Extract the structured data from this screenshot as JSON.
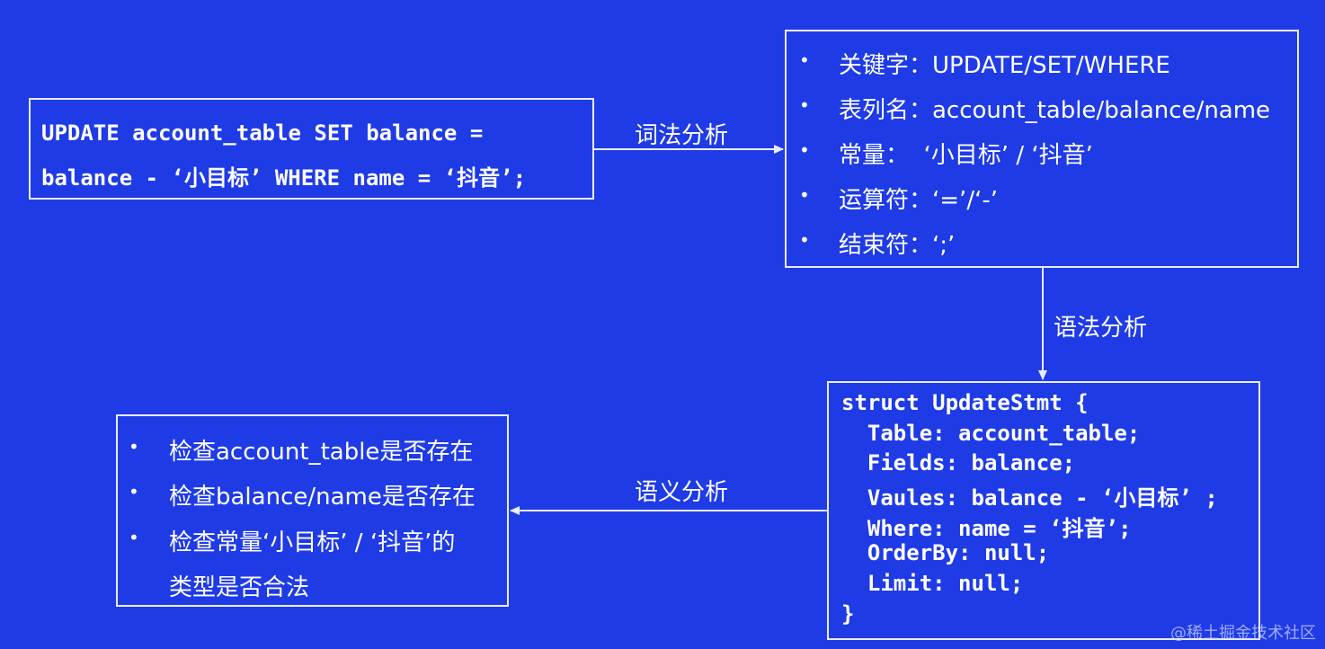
{
  "sql_box": {
    "lines": [
      "UPDATE account_table SET balance =",
      "balance - ‘小目标’ WHERE name = ‘抖音’;"
    ]
  },
  "edges": {
    "lexical": "词法分析",
    "syntax": "语法分析",
    "semantic": "语义分析"
  },
  "tokens_box": {
    "bullet": "•",
    "items": [
      "关键字：UPDATE/SET/WHERE",
      "表列名：account_table/balance/name",
      "常量：  ‘小目标’ / ‘抖音’",
      "运算符：‘=’/‘-’",
      "结束符：‘;’"
    ]
  },
  "struct_box": {
    "lines": [
      "struct UpdateStmt {",
      "  Table: account_table;",
      "  Fields: balance;",
      "  Vaules: balance - ‘小目标’ ;",
      "  Where: name = ‘抖音’;",
      "  OrderBy: null;",
      "  Limit: null;",
      "}"
    ]
  },
  "check_box": {
    "bullet": "•",
    "items": [
      "检查account_table是否存在",
      "检查balance/name是否存在",
      "检查常量‘小目标’ / ‘抖音’的",
      "类型是否合法"
    ]
  },
  "watermark": "@稀土掘金技术社区"
}
